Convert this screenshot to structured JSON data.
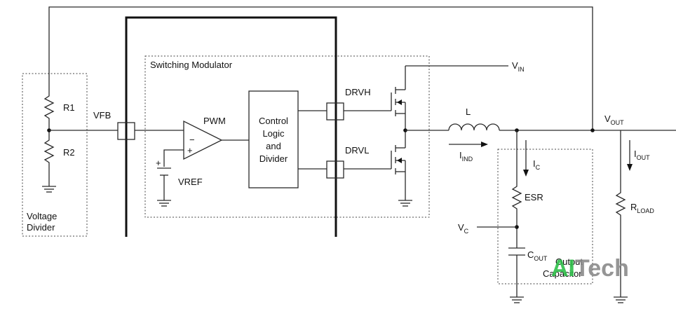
{
  "labels": {
    "switching_modulator": "Switching Modulator",
    "pwm": "PWM",
    "vfb": "VFB",
    "vref": "VREF",
    "r1": "R1",
    "r2": "R2",
    "voltage_divider_line1": "Voltage",
    "voltage_divider_line2": "Divider",
    "control_line1": "Control",
    "control_line2": "Logic",
    "control_line3": "and",
    "control_line4": "Divider",
    "drvh": "DRVH",
    "drvl": "DRVL",
    "inductor": "L",
    "esr": "ESR",
    "vin_main": "V",
    "vin_sub": "IN",
    "vout_main": "V",
    "vout_sub": "OUT",
    "iout_main": "I",
    "iout_sub": "OUT",
    "iind_main": "I",
    "iind_sub": "IND",
    "ic_main": "I",
    "ic_sub": "C",
    "vc_main": "V",
    "vc_sub": "C",
    "cout_main": "C",
    "cout_sub": "OUT",
    "rload_main": "R",
    "rload_sub": "LOAD",
    "output_cap_line1": "Output",
    "output_cap_line2": "Capacitor",
    "minus_sign": "−",
    "plus_sign": "+",
    "battery_plus": "+"
  },
  "watermark": {
    "part1": "AI",
    "part2": "Tech",
    "color1": "#2fbf4a",
    "color2": "#8a8a8a"
  }
}
